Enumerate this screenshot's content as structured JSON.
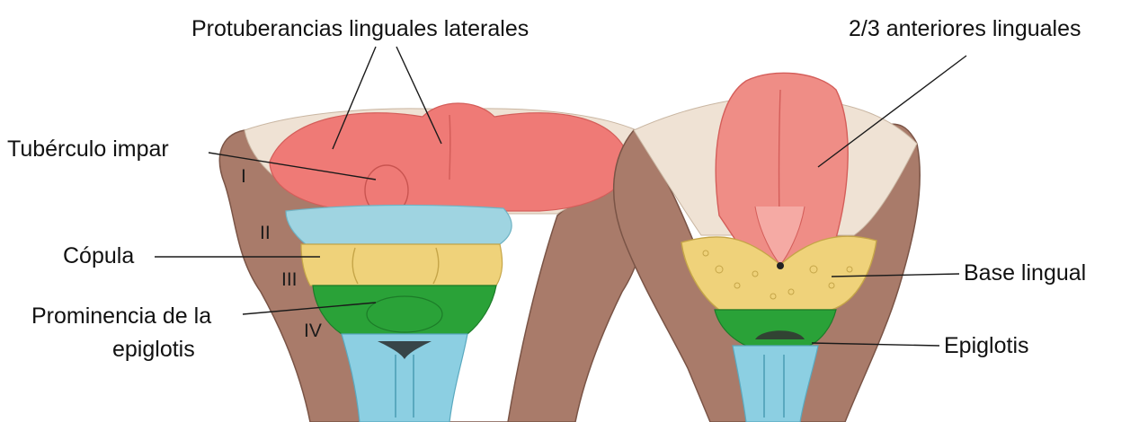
{
  "labels": {
    "protuberancias": "Protuberancias linguales laterales",
    "tuberculo": "Tubérculo impar",
    "copula": "Cópula",
    "prominencia_1": "Prominencia de la",
    "prominencia_2": "epiglotis",
    "anteriores": "2/3 anteriores linguales",
    "base_lingual": "Base lingual",
    "epiglotis": "Epiglotis"
  },
  "arches": [
    "I",
    "II",
    "III",
    "IV"
  ],
  "colors": {
    "wall": "#a97b6a",
    "wall_inner": "#efe2d4",
    "lingual_swellings": "#ef7a76",
    "arch_2": "#9fd4e1",
    "arch_3": "#efd27a",
    "arch_4": "#2aa238",
    "airway": "#8ccfe2",
    "tongue_body": "#ef8d86"
  }
}
